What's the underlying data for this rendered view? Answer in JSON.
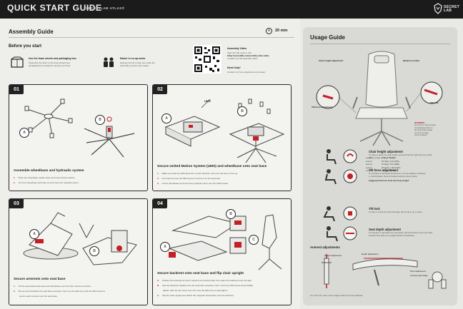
{
  "header": {
    "title": "QUICK START GUIDE",
    "subtitle": "SECRETLAB ATLAS®",
    "logo_text_1": "SECRET",
    "logo_text_2": "LAB"
  },
  "assembly": {
    "title": "Assembly Guide",
    "duration": "20 min",
    "before_title": "Before you start",
    "tips": [
      {
        "icon": "packaging-box-icon",
        "title": "Use the foam sheets and packaging box",
        "text_1": "Assemble the chair on the foam sheets and",
        "text_2": "packaging box provided to protect your floor."
      },
      {
        "icon": "two-people-icon",
        "title": "Easier in co-op mode",
        "text_1": "Having a friend to help can make the",
        "text_2": "assembly process even easier."
      }
    ],
    "video": {
      "title": "Assembly Video",
      "text_1": "Scan the QR code or visit",
      "link": "https://secretlab.co/assembly-video-atlas",
      "text_2": "to watch our full assembly video."
    },
    "help": {
      "title": "Need help?",
      "text": "Contact us if you experience any issues."
    }
  },
  "steps": [
    {
      "num": "01",
      "title": "Assemble wheelbase and hydraulic system",
      "lines": [
        {
          "n": "1.",
          "t": "Place the wheelbase upside down and insert all five casters."
        },
        {
          "n": "2.",
          "t": "Turn the wheelbase right side up and insert the hydraulic piston."
        }
      ],
      "labels": [
        "A",
        "B"
      ]
    },
    {
      "num": "02",
      "title": "Secure United Motion System (UMS) and wheelbase onto seat base",
      "lines": [
        {
          "n": "1.",
          "t": "Make sure that the UMS faces the correct direction, then use the keys to line up"
        },
        {
          "n": "2.",
          "t": "the holes and use the M8 screws to secure it to the seat base."
        },
        {
          "n": "3.",
          "t": "Lift the wheelbase and insert the hydraulic piston into the UMS socket."
        }
      ],
      "labels": [
        "A",
        "B"
      ],
      "ums_label": "UMS"
    },
    {
      "num": "03",
      "title": "Secure armrests onto seat base",
      "lines": [
        {
          "n": "1.",
          "t": "Tilt the assembled seat base and wheelbase onto the foam sheets as shown."
        },
        {
          "n": "2.",
          "t": "Slot armrest brackets into seat base recesses, then use the Allen key and two M8 screws to"
        },
        {
          "n": "",
          "t": "secure each armrest onto the seat base."
        }
      ],
      "labels": [
        "A",
        "B"
      ]
    },
    {
      "num": "04",
      "title": "Secure backrest onto seat base and flip chair upright",
      "lines": [
        {
          "n": "A.",
          "t": "Position the backrest so that it touches the armrest tabs, then place the backrest onto the tabs."
        },
        {
          "n": "B.",
          "t": "Slot the backrest brackets into the seat base recesses. Next, insert four M8 screws and partially"
        },
        {
          "n": "",
          "t": "tighten with the two screw tool, then use the Allen key to fully tighten."
        },
        {
          "n": "C.",
          "t": "Flip the chair upright and attach the magnetic head pillow onto the backrest."
        }
      ],
      "labels": [
        "A",
        "B",
        "C"
      ]
    }
  ],
  "usage": {
    "title": "Usage Guide",
    "callouts": {
      "seat_height": "Chair height adjustment",
      "backrest_recline": "Backrest recline",
      "lumbar_support": "Lumbar support",
      "tilt_force": "Tilt force adjustment",
      "armrest": "Armrest adjustments",
      "tilt_lock": "Tilt lock"
    },
    "warning": {
      "title": "WARNING",
      "lines": [
        "Do not sit on the armrests.",
        "Avoid leaning back on",
        "the chair while seated",
        "on the front edge.",
        "Not for children."
      ]
    },
    "rows": [
      {
        "title": "Chair height adjustment",
        "text_1": "To raise or lower the chair height, pull and hold the right-side lever while",
        "text_2": "taking weight on or off the seat."
      },
      {
        "title": "Tilt force adjustment",
        "text_1": "To increase or decrease the tilt force, turn the adjuster clockwise",
        "text_2": "or anticlockwise. Recommended settings shown below."
      },
      {
        "title": "Tilt lock",
        "text_1": "To lock or unlock the chair tilt angle, flip the lever up or down.",
        "text_2": ""
      },
      {
        "title": "Seat depth adjustment",
        "text_1": "To increase or decrease the seat depth, pull and hold the lever and slide",
        "text_2": "forward, then shift your weight forward or backward."
      }
    ],
    "weights_caption": "Suggested tilt force level and body weight:",
    "weights": [
      {
        "level": "Level 1",
        "weight": "<50kg / <110lbs"
      },
      {
        "level": "Level 2",
        "weight": "50-70kg / 110-154lbs"
      },
      {
        "level": "Level 3",
        "weight": "70-90kg / 154-198lbs"
      },
      {
        "level": "Level 4",
        "weight": "90-110kg / 198-243lbs"
      },
      {
        "level": "Level 5",
        "weight": ">110kg / >243lbs"
      }
    ],
    "armrest_title": "Armrest adjustments",
    "armrest_labels": {
      "height": "Height adjustment",
      "depth": "Depth adjustment",
      "pivot": "Pivot adjustment",
      "angle": "Armrest pad angle"
    },
    "footnote": "For more info, refer to the Usage Guide in the User Manual.",
    "accent": "#c41f24"
  }
}
